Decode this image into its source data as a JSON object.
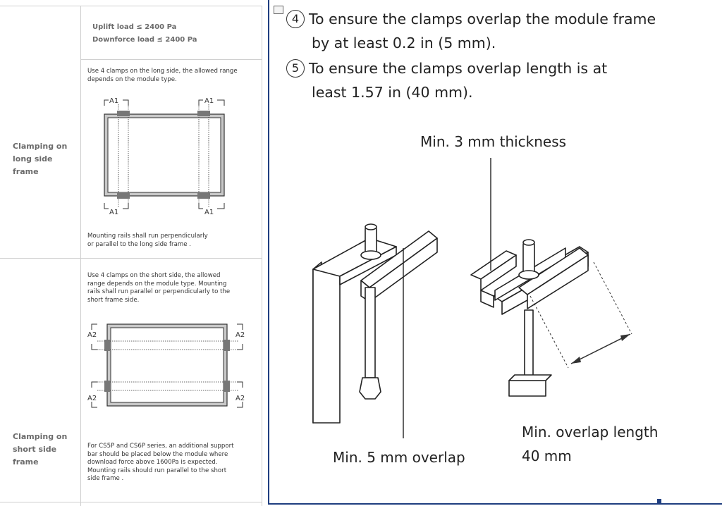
{
  "left_table": {
    "load_text": "Uplift load ≤ 2400 Pa\nDownforce load ≤ 2400 Pa",
    "rows": [
      {
        "label": "Clamping on\nlong side\nframe",
        "instruction": "Use 4 clamps on the long side, the allowed range\ndepends on the module type.",
        "note": "Mounting rails shall run perpendicularly\nor parallel to the long side frame .",
        "callout": "A1"
      },
      {
        "label": "Clamping on\nshort side\nframe",
        "instruction": "Use 4 clamps on the short side, the allowed\nrange depends on the module type. Mounting\nrails shall run parallel or perpendicularly to the\nshort frame side.",
        "note": "For CS5P and CS6P series, an additional support\nbar should be placed below the module where\ndownload force above 1600Pa is expected.\nMounting rails should run parallel to the short\nside frame .",
        "callout": "A2"
      }
    ]
  },
  "right_panel": {
    "steps": [
      {
        "number": "4",
        "line1": "To ensure the clamps overlap the module frame",
        "line2": "by at least 0.2 in (5 mm)."
      },
      {
        "number": "5",
        "line1": "To ensure the clamps overlap length is at",
        "line2": "least 1.57 in (40 mm)."
      }
    ],
    "labels": {
      "thickness": "Min. 3 mm thickness",
      "overlap": "Min. 5 mm overlap",
      "overlap_length": "Min. overlap length\n40 mm"
    }
  }
}
